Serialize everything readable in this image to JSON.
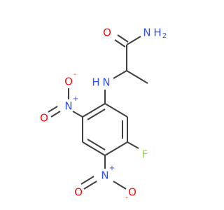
{
  "molecule": {
    "colors": {
      "bond": "#404040",
      "oxygen": "#ff0d0d",
      "nitrogen": "#3050f8",
      "fluorine": "#90e050",
      "hydrogen": "#404040"
    },
    "labels": {
      "amide_oxygen": "O",
      "amide_n": "N",
      "amide_h2": "H",
      "amide_sub2": "2",
      "amine_n": "N",
      "amine_h": "H",
      "nitro1_o_top": "O",
      "nitro1_o_top_charge": "-",
      "nitro1_n": "N",
      "nitro1_n_charge": "+",
      "nitro1_o": "O",
      "fluorine": "F",
      "nitro2_n": "N",
      "nitro2_n_charge": "+",
      "nitro2_o": "O",
      "nitro2_o_bottom": "O",
      "nitro2_o_bottom_charge": "-"
    }
  }
}
